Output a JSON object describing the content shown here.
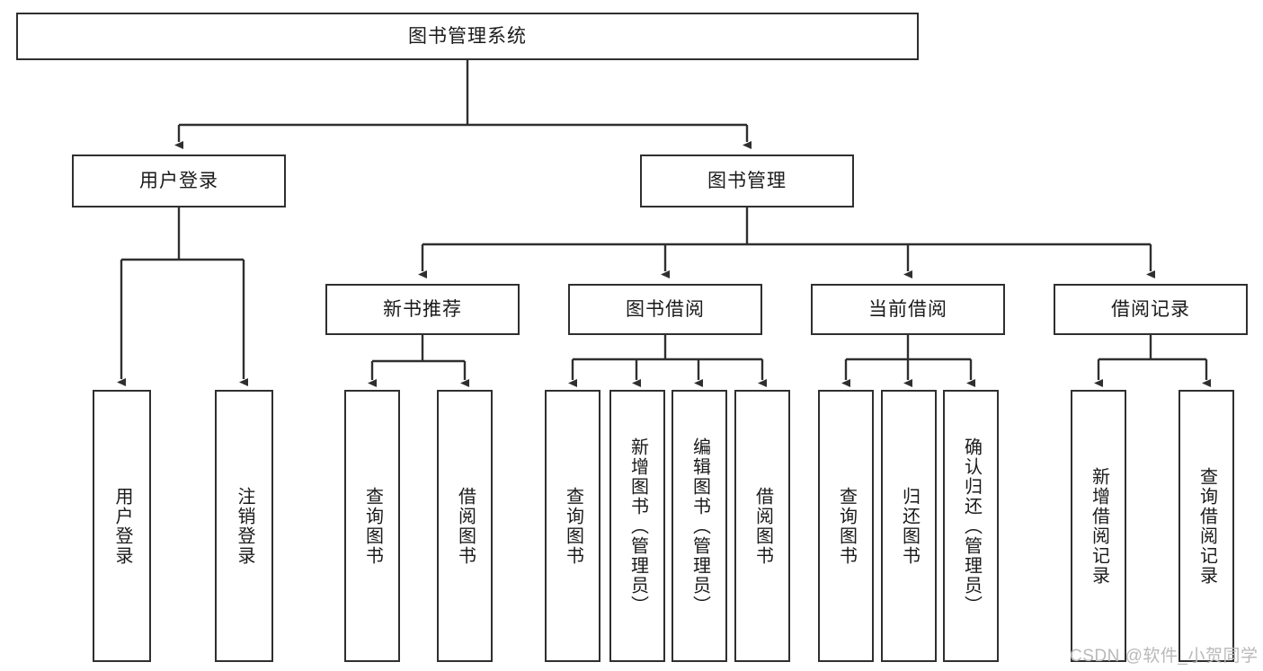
{
  "diagram": {
    "title": "图书管理系统",
    "type": "tree",
    "background": "#ffffff",
    "stroke_color": "#2f2f2f",
    "text_color": "#1a1a1a",
    "watermark": "CSDN @软件_小贺同学",
    "watermark_color": "#b9b9b9",
    "levels": {
      "root": {
        "label": "图书管理系统"
      },
      "level2": [
        {
          "id": "user-login",
          "label": "用户登录"
        },
        {
          "id": "book-manage",
          "label": "图书管理"
        }
      ],
      "level3": [
        {
          "id": "new-book-recommend",
          "label": "新书推荐"
        },
        {
          "id": "book-borrow",
          "label": "图书借阅"
        },
        {
          "id": "current-borrow",
          "label": "当前借阅"
        },
        {
          "id": "borrow-record",
          "label": "借阅记录"
        }
      ],
      "leaves": {
        "user-login": [
          {
            "id": "leaf-user-login",
            "label": "用户登录"
          },
          {
            "id": "leaf-logout",
            "label": "注销登录"
          }
        ],
        "new-book-recommend": [
          {
            "id": "leaf-query-book-1",
            "label": "查询图书"
          },
          {
            "id": "leaf-borrow-book-1",
            "label": "借阅图书"
          }
        ],
        "book-borrow": [
          {
            "id": "leaf-query-book-2",
            "label": "查询图书"
          },
          {
            "id": "leaf-add-book",
            "label": "新增图书（管理员）"
          },
          {
            "id": "leaf-edit-book",
            "label": "编辑图书（管理员）"
          },
          {
            "id": "leaf-borrow-book-2",
            "label": "借阅图书"
          }
        ],
        "current-borrow": [
          {
            "id": "leaf-query-book-3",
            "label": "查询图书"
          },
          {
            "id": "leaf-return-book",
            "label": "归还图书"
          },
          {
            "id": "leaf-confirm-return",
            "label": "确认归还（管理员）"
          }
        ],
        "borrow-record": [
          {
            "id": "leaf-add-record",
            "label": "新增借阅记录"
          },
          {
            "id": "leaf-query-record",
            "label": "查询借阅记录"
          }
        ]
      }
    }
  }
}
